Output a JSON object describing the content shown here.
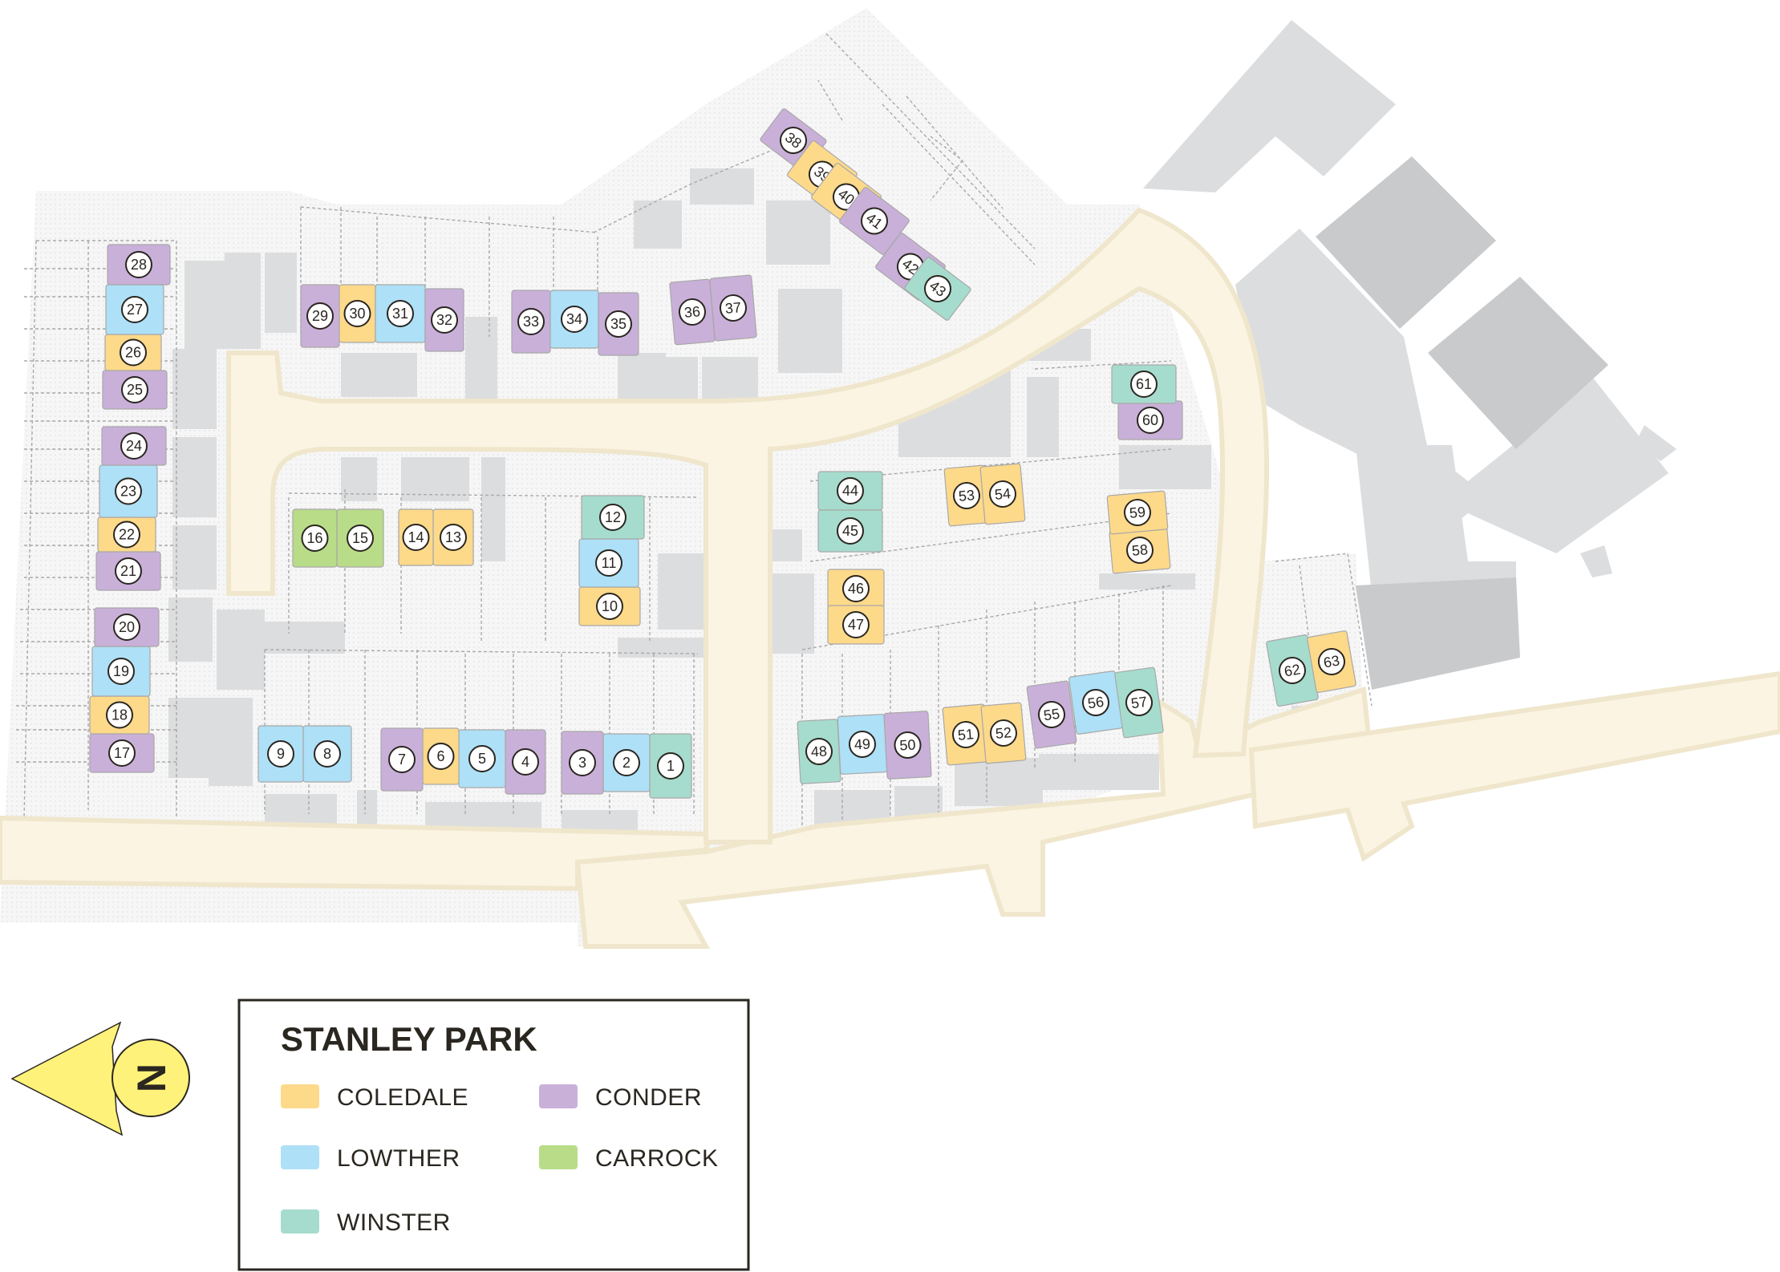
{
  "legend": {
    "title": "STANLEY PARK",
    "items": [
      {
        "label": "COLEDALE",
        "color": "#fdd98a"
      },
      {
        "label": "CONDER",
        "color": "#c9b0d9"
      },
      {
        "label": "LOWTHER",
        "color": "#aee0f7"
      },
      {
        "label": "CARROCK",
        "color": "#b9dc88"
      },
      {
        "label": "WINSTER",
        "color": "#a6dccd"
      }
    ]
  },
  "north": {
    "letter": "N",
    "color": "#fff27a"
  },
  "colors": {
    "road": "#fbf4e2",
    "road_edge": "#efe6cc",
    "building": "#dcdddf",
    "building_dark": "#c9cacc",
    "plot_outline": "#a9a9a9"
  },
  "plots": [
    {
      "n": "1",
      "type": "WINSTER"
    },
    {
      "n": "2",
      "type": "LOWTHER"
    },
    {
      "n": "3",
      "type": "CONDER"
    },
    {
      "n": "4",
      "type": "CONDER"
    },
    {
      "n": "5",
      "type": "LOWTHER"
    },
    {
      "n": "6",
      "type": "COLEDALE"
    },
    {
      "n": "7",
      "type": "CONDER"
    },
    {
      "n": "8",
      "type": "LOWTHER"
    },
    {
      "n": "9",
      "type": "LOWTHER"
    },
    {
      "n": "10",
      "type": "COLEDALE"
    },
    {
      "n": "11",
      "type": "LOWTHER"
    },
    {
      "n": "12",
      "type": "WINSTER"
    },
    {
      "n": "13",
      "type": "COLEDALE"
    },
    {
      "n": "14",
      "type": "COLEDALE"
    },
    {
      "n": "15",
      "type": "CARROCK"
    },
    {
      "n": "16",
      "type": "CARROCK"
    },
    {
      "n": "17",
      "type": "CONDER"
    },
    {
      "n": "18",
      "type": "COLEDALE"
    },
    {
      "n": "19",
      "type": "LOWTHER"
    },
    {
      "n": "20",
      "type": "CONDER"
    },
    {
      "n": "21",
      "type": "CONDER"
    },
    {
      "n": "22",
      "type": "COLEDALE"
    },
    {
      "n": "23",
      "type": "LOWTHER"
    },
    {
      "n": "24",
      "type": "CONDER"
    },
    {
      "n": "25",
      "type": "CONDER"
    },
    {
      "n": "26",
      "type": "COLEDALE"
    },
    {
      "n": "27",
      "type": "LOWTHER"
    },
    {
      "n": "28",
      "type": "CONDER"
    },
    {
      "n": "29",
      "type": "CONDER"
    },
    {
      "n": "30",
      "type": "COLEDALE"
    },
    {
      "n": "31",
      "type": "LOWTHER"
    },
    {
      "n": "32",
      "type": "CONDER"
    },
    {
      "n": "33",
      "type": "CONDER"
    },
    {
      "n": "34",
      "type": "LOWTHER"
    },
    {
      "n": "35",
      "type": "CONDER"
    },
    {
      "n": "36",
      "type": "CONDER"
    },
    {
      "n": "37",
      "type": "CONDER"
    },
    {
      "n": "38",
      "type": "CONDER"
    },
    {
      "n": "39",
      "type": "COLEDALE"
    },
    {
      "n": "40",
      "type": "COLEDALE"
    },
    {
      "n": "41",
      "type": "CONDER"
    },
    {
      "n": "42",
      "type": "CONDER"
    },
    {
      "n": "43",
      "type": "WINSTER"
    },
    {
      "n": "44",
      "type": "WINSTER"
    },
    {
      "n": "45",
      "type": "WINSTER"
    },
    {
      "n": "46",
      "type": "COLEDALE"
    },
    {
      "n": "47",
      "type": "COLEDALE"
    },
    {
      "n": "48",
      "type": "WINSTER"
    },
    {
      "n": "49",
      "type": "LOWTHER"
    },
    {
      "n": "50",
      "type": "CONDER"
    },
    {
      "n": "51",
      "type": "COLEDALE"
    },
    {
      "n": "52",
      "type": "COLEDALE"
    },
    {
      "n": "53",
      "type": "COLEDALE"
    },
    {
      "n": "54",
      "type": "COLEDALE"
    },
    {
      "n": "55",
      "type": "CONDER"
    },
    {
      "n": "56",
      "type": "LOWTHER"
    },
    {
      "n": "57",
      "type": "WINSTER"
    },
    {
      "n": "58",
      "type": "COLEDALE"
    },
    {
      "n": "59",
      "type": "COLEDALE"
    },
    {
      "n": "60",
      "type": "CONDER"
    },
    {
      "n": "61",
      "type": "WINSTER"
    },
    {
      "n": "62",
      "type": "WINSTER"
    },
    {
      "n": "63",
      "type": "COLEDALE"
    }
  ]
}
